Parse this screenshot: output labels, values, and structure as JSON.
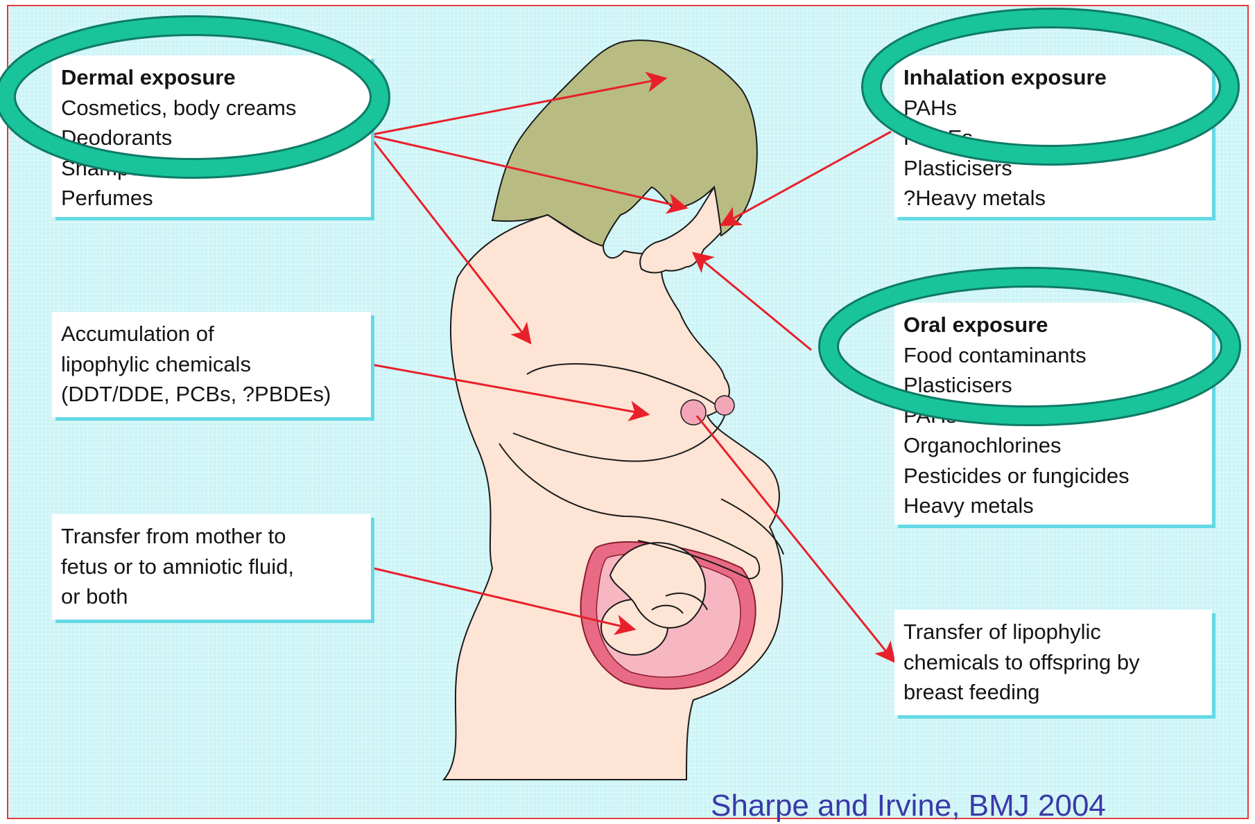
{
  "boxes": {
    "dermal": {
      "title": "Dermal exposure",
      "lines": [
        "Cosmetics, body creams",
        "Deodorants",
        "Shampoos",
        "Perfumes"
      ]
    },
    "inhalation": {
      "title": "Inhalation exposure",
      "lines": [
        "PAHs",
        "PBDEs",
        "Plasticisers",
        "?Heavy metals"
      ]
    },
    "oral": {
      "title": "Oral exposure",
      "lines": [
        "Food contaminants",
        "Plasticisers",
        "PAHs",
        "Organochlorines",
        "Pesticides or fungicides",
        "Heavy metals"
      ]
    },
    "accumulation": {
      "lines": [
        "Accumulation of",
        "lipophylic chemicals",
        "(DDT/DDE, PCBs, ?PBDEs)"
      ]
    },
    "fetal_transfer": {
      "lines": [
        "Transfer from mother to",
        "fetus or to amniotic fluid,",
        "or both"
      ]
    },
    "breastfeeding": {
      "lines": [
        "Transfer of lipophylic",
        "chemicals to offspring by",
        "breast feeding"
      ]
    }
  },
  "citation": "Sharpe and Irvine, BMJ 2004",
  "colors": {
    "background": "#cdf4f6",
    "frame": "#e23a3a",
    "arrow": "#e8202a",
    "highlight_ring": "#19c49a",
    "box_shadow": "#63d9e4",
    "hair": "#b8bc83",
    "skin": "#fde4d4",
    "uterus": "#e86a84",
    "citation": "#3a3aa8"
  }
}
